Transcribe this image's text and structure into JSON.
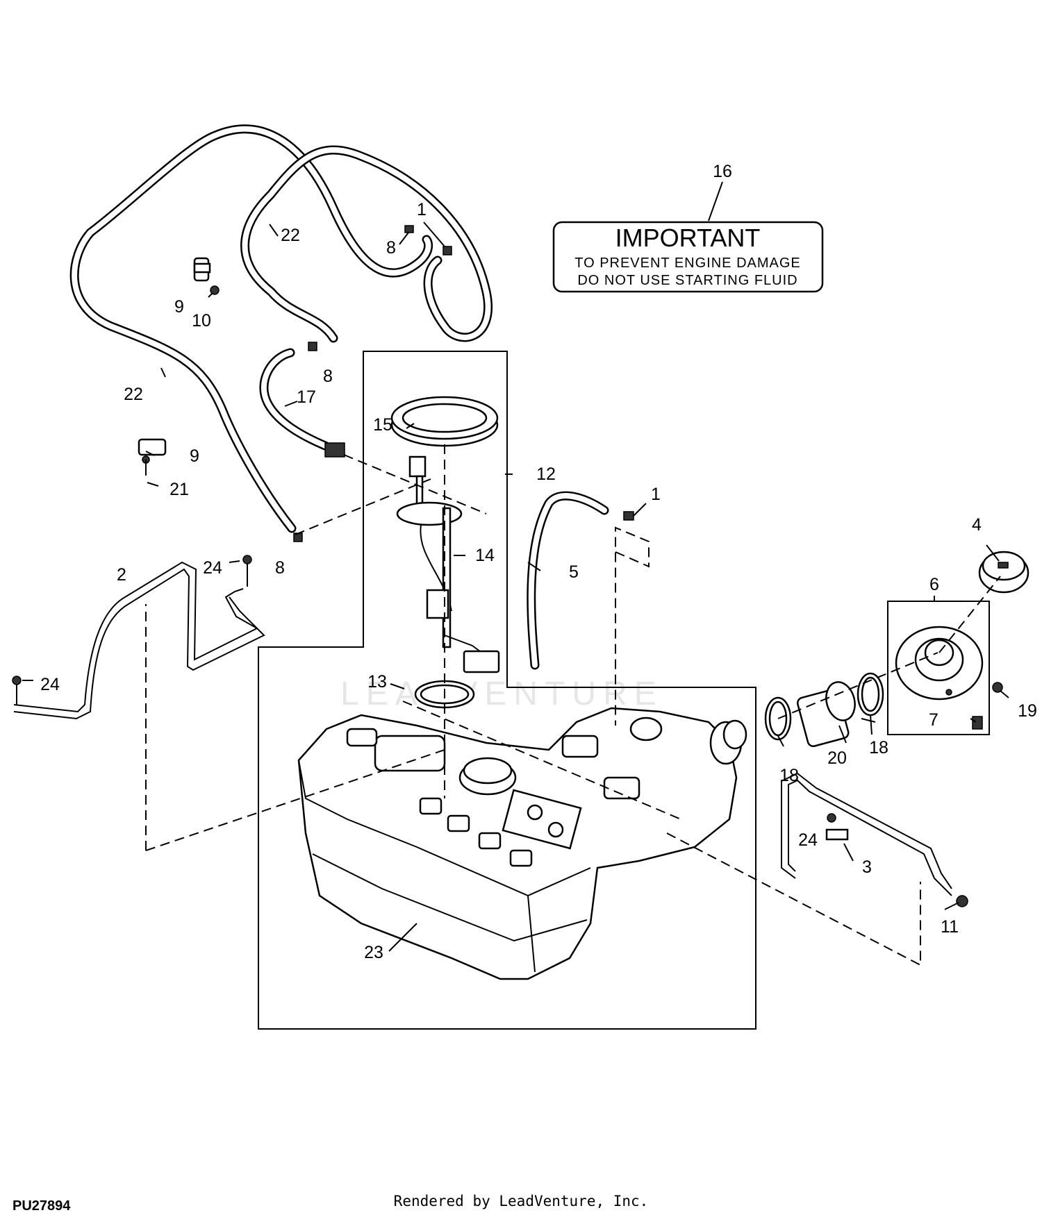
{
  "diagram": {
    "callouts": {
      "c1a": "1",
      "c1b": "1",
      "c2": "2",
      "c3": "3",
      "c4": "4",
      "c5": "5",
      "c6": "6",
      "c7": "7",
      "c8a": "8",
      "c8b": "8",
      "c8c": "8",
      "c9a": "9",
      "c9b": "9",
      "c10": "10",
      "c11": "11",
      "c12": "12",
      "c13": "13",
      "c14": "14",
      "c15": "15",
      "c16": "16",
      "c17": "17",
      "c18a": "18",
      "c18b": "18",
      "c19": "19",
      "c20": "20",
      "c21": "21",
      "c22a": "22",
      "c22b": "22",
      "c23": "23",
      "c24a": "24",
      "c24b": "24",
      "c24c": "24"
    },
    "warning_label": {
      "title": "IMPORTANT",
      "line1": "TO PREVENT ENGINE DAMAGE",
      "line2": "DO NOT USE STARTING FLUID"
    },
    "watermark": "LEADVENTURE"
  },
  "page_code": "PU27894",
  "footer": "Rendered by LeadVenture, Inc."
}
